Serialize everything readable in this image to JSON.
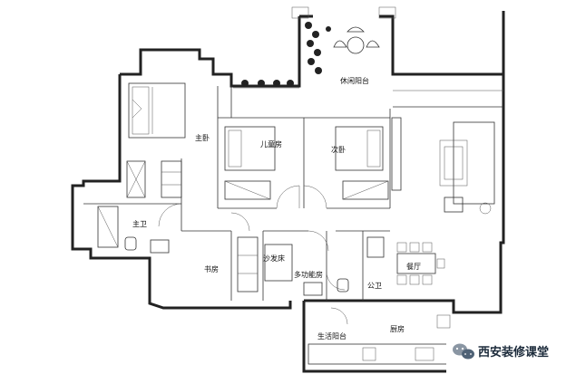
{
  "rooms": {
    "leisure_balcony": "休闲阳台",
    "master_bedroom": "主卧",
    "kids_room": "儿童房",
    "second_bedroom": "次卧",
    "master_bath": "主卫",
    "study": "书房",
    "sofa_bed": "沙发床",
    "multi_function_room": "多功能房",
    "public_bath": "公卫",
    "dining_room": "餐厅",
    "kitchen": "厨房",
    "utility_balcony": "生活阳台"
  },
  "watermark": {
    "text": "西安装修课堂",
    "icon": "wechat-icon"
  },
  "colors": {
    "line": "#222222",
    "background": "#ffffff"
  }
}
